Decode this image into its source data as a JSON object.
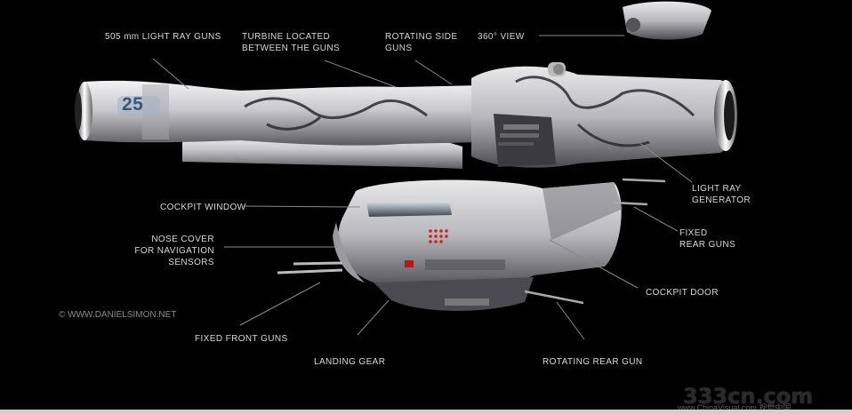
{
  "labels": {
    "light_ray_guns": "505 mm LIGHT RAY GUNS",
    "turbine": "TURBINE LOCATED\nBETWEEN THE GUNS",
    "rotating_side_guns": "ROTATING SIDE\nGUNS",
    "view_360": "360° VIEW",
    "light_ray_generator": "LIGHT RAY\nGENERATOR",
    "cockpit_window": "COCKPIT WINDOW",
    "fixed_rear_guns": "FIXED\nREAR GUNS",
    "nose_cover": "NOSE COVER\nFOR NAVIGATION\nSENSORS",
    "cockpit_door": "COCKPIT DOOR",
    "fixed_front_guns": "FIXED FRONT GUNS",
    "landing_gear": "LANDING GEAR",
    "rotating_rear_gun": "ROTATING  REAR GUN"
  },
  "hull_number": "25",
  "copyright": "© WWW.DANIELSIMON.NET",
  "watermark": "333cn.com",
  "watermark_sub": "www.ChinaVisual.com 视觉中国",
  "colors": {
    "background": "#000000",
    "hull": "#c8c8cc",
    "label": "#d9d9d9"
  }
}
